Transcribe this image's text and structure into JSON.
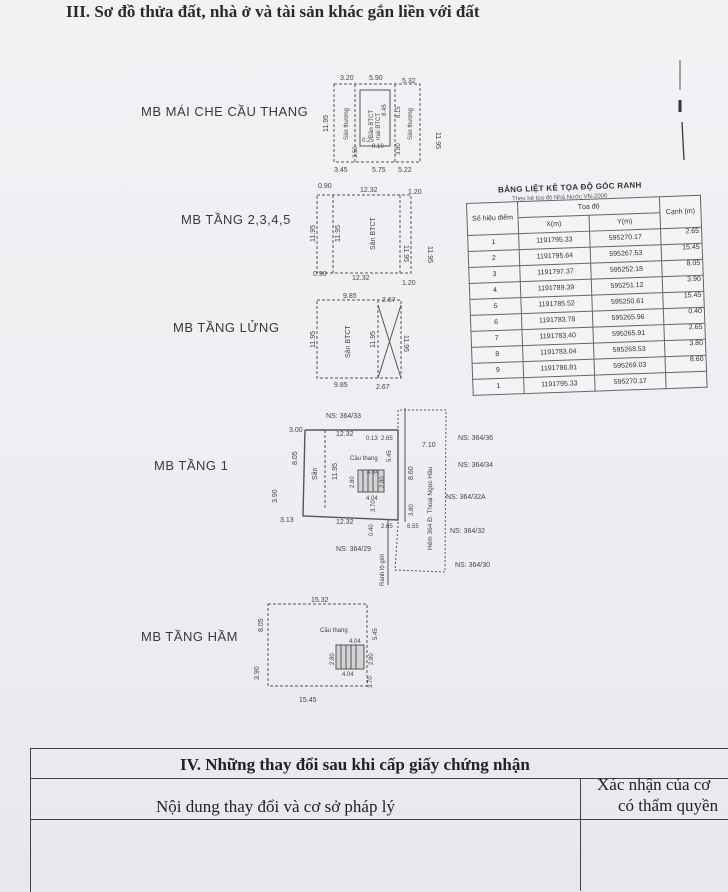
{
  "section3": {
    "title": "III. Sơ đồ thửa đất, nhà ở và tài sản khác gắn liền với đất"
  },
  "floors": {
    "mai_che": {
      "label": "MB MÁI CHE CẦU THANG",
      "dims": [
        "3.20",
        "5.90",
        "5.32",
        "11.95",
        "8.45",
        "8.15",
        "0.25",
        "0.10",
        "3.80",
        "3.50",
        "11.95",
        "3.45",
        "5.75",
        "5.22"
      ],
      "rooms": [
        "Sân thượng",
        "Sân BTCT",
        "mái BTCT",
        "Sân thượng"
      ]
    },
    "tang_2345": {
      "label": "MB TẦNG 2,3,4,5",
      "dims": [
        "0.90",
        "12.32",
        "1.20",
        "11.95",
        "11.95",
        "11.95",
        "11.95",
        "0.90",
        "12.32",
        "1.20"
      ],
      "rooms": [
        "Sân BTCT"
      ]
    },
    "tang_lung": {
      "label": "MB TẦNG LỬNG",
      "dims": [
        "9.85",
        "2.67",
        "11.95",
        "11.95",
        "11.95",
        "9.85",
        "2.67"
      ],
      "rooms": [
        "Sàn BTCT"
      ]
    },
    "tang_1": {
      "label": "MB TẦNG 1",
      "dims": [
        "3.00",
        "12.32",
        "0.13",
        "2.65",
        "7.10",
        "8.05",
        "11.95",
        "4.04",
        "5.45",
        "2.80",
        "2.80",
        "8.60",
        "3.90",
        "4.04",
        "3.70",
        "3.80",
        "3.13",
        "12.32",
        "0.40",
        "2.65",
        "6.55"
      ],
      "rooms": [
        "Sân",
        "Cầu thang"
      ],
      "neighbors": [
        "NS: 364/33",
        "NS: 364/36",
        "NS: 364/34",
        "NS: 364/32A",
        "NS: 364/32",
        "NS: 364/29",
        "NS: 364/30"
      ],
      "street": "Hẻm 364 Đ. Thoại Ngọc Hầu",
      "boundary": "Ranh lộ giới"
    },
    "tang_ham": {
      "label": "MB TẦNG HẦM",
      "dims": [
        "15.32",
        "8.05",
        "4.04",
        "5.45",
        "2.80",
        "2.80",
        "3.90",
        "4.04",
        "3.70",
        "15.45"
      ],
      "rooms": [
        "Cầu thang"
      ]
    }
  },
  "coord_table": {
    "title": "BẢNG LIỆT KÊ TỌA ĐỘ GÓC RANH",
    "subtitle": "Theo hệ tọa độ Nhà Nước VN-2000",
    "headers": {
      "point": "Số hiệu điểm",
      "coord": "Tọa độ",
      "x": "X(m)",
      "y": "Y(m)",
      "edge": "Cạnh (m)"
    },
    "rows": [
      {
        "id": "1",
        "x": "1191795.33",
        "y": "595270.17"
      },
      {
        "id": "2",
        "x": "1191795.64",
        "y": "595267.53"
      },
      {
        "id": "3",
        "x": "1191797.37",
        "y": "595252.18"
      },
      {
        "id": "4",
        "x": "1191789.39",
        "y": "595251.12"
      },
      {
        "id": "5",
        "x": "1191785.52",
        "y": "595250.61"
      },
      {
        "id": "6",
        "x": "1191783.78",
        "y": "595265.96"
      },
      {
        "id": "7",
        "x": "1191783.40",
        "y": "595265.91"
      },
      {
        "id": "8",
        "x": "1191783.04",
        "y": "595268.53"
      },
      {
        "id": "9",
        "x": "1191786.81",
        "y": "595269.03"
      },
      {
        "id": "1",
        "x": "1191795.33",
        "y": "595270.17"
      }
    ],
    "edges": [
      "2.65",
      "15.45",
      "8.05",
      "3.90",
      "15.45",
      "0.40",
      "2.65",
      "3.80",
      "8.60"
    ]
  },
  "section4": {
    "title": "IV. Những thay đổi sau khi cấp giấy chứng nhận",
    "col1_header": "Nội dung thay đổi và cơ sở pháp lý",
    "col2_header_line1": "Xác nhận của cơ",
    "col2_header_line2": "có thẩm quyền"
  }
}
